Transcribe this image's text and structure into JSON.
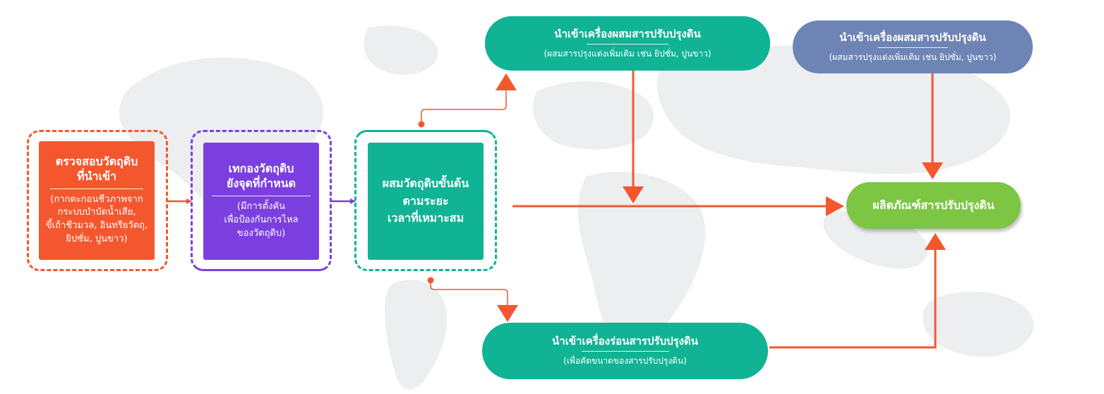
{
  "colors": {
    "orange": "#F4572E",
    "purple": "#7B3FE0",
    "teal": "#10B394",
    "slate": "#6E84B4",
    "green": "#7CC644",
    "map": "#ECEEF0"
  },
  "nodes": {
    "inspect": {
      "title_l1": "ตรวจสอบวัตถุดิบ",
      "title_l2": "ที่นำเข้า",
      "sub_l1": "(กากตะกอนชีวภาพจาก",
      "sub_l2": "กระบบบำบัดน้ำเสีย,",
      "sub_l3": "ขี้เถ้าชีวมวล, อินทรียวัตถุ,",
      "sub_l4": "ยิปซั่ม, ปูนขาว)"
    },
    "pile": {
      "title_l1": "เทกองวัตถุดิบ",
      "title_l2": "ยังจุดที่กำหนด",
      "sub_l1": "(มีการตั้งคัน",
      "sub_l2": "เพื่อป้องกันการไหล",
      "sub_l3": "ของวัตถุดิบ)"
    },
    "mix": {
      "l1": "ผสมวัตถุดิบขั้นต้น",
      "l2": "ตามระยะ",
      "l3": "เวลาที่เหมาะสม"
    },
    "mixer_teal": {
      "title": "นำเข้าเครื่องผสมสารปรับปรุงดิน",
      "sub": "(ผสมสารปรุงแต่งเพิ่มเติม เช่น ยิปซั่ม, ปูนขาว)"
    },
    "mixer_slate": {
      "title": "นำเข้าเครื่องผสมสารปรับปรุงดิน",
      "sub": "(ผสมสารปรุงแต่งเพิ่มเติม เช่น ยิปซั่ม, ปูนขาว)"
    },
    "sieve": {
      "title": "นำเข้าเครื่องร่อนสารปรับปรุงดิน",
      "sub": "(เพื่อคัดขนาดของสารปรับปรุงดิน)"
    },
    "product": {
      "label": "ผลิตภัณฑ์สารปรับปรุงดิน"
    }
  }
}
